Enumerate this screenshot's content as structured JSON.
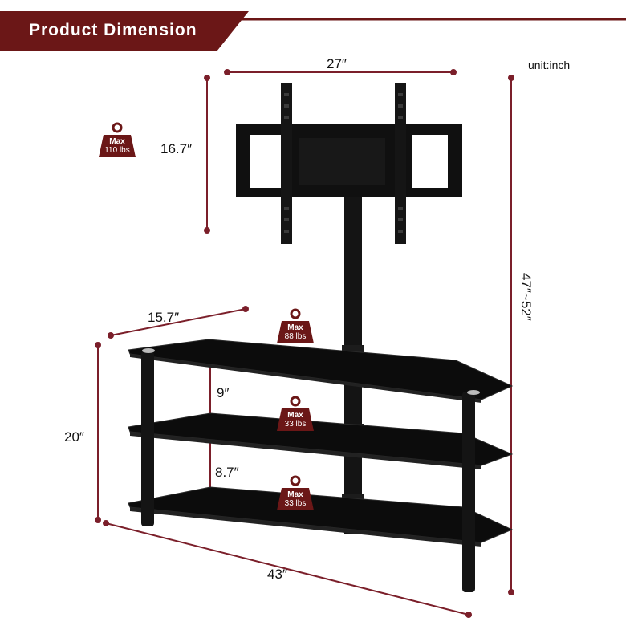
{
  "header": {
    "title": "Product Dimension"
  },
  "unit_label": "unit:inch",
  "dimensions": {
    "mount_width": "27″",
    "mount_height": "16.7″",
    "total_height": "47″~52″",
    "shelf_depth": "15.7″",
    "stand_height": "20″",
    "shelf_gap_upper": "9″",
    "shelf_gap_lower": "8.7″",
    "stand_width": "43″"
  },
  "weight_limits": {
    "mount": {
      "top": "Max",
      "bottom": "110 lbs"
    },
    "top_shelf": {
      "top": "Max",
      "bottom": "88 lbs"
    },
    "middle_shelf": {
      "top": "Max",
      "bottom": "33 lbs"
    },
    "bottom_shelf": {
      "top": "Max",
      "bottom": "33 lbs"
    }
  },
  "colors": {
    "accent": "#6b1717",
    "dimension_line": "#7b1f2a",
    "glass": "#0c0c0c"
  }
}
